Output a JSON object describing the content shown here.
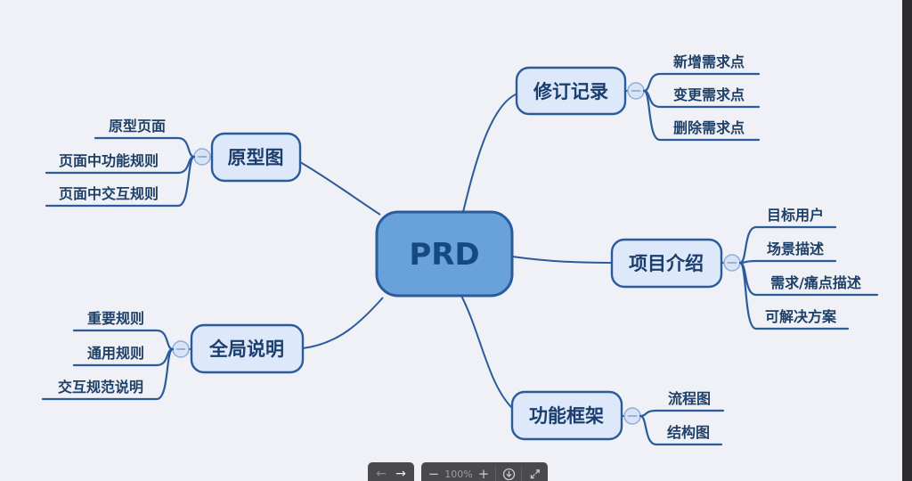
{
  "mindmap": {
    "root": {
      "label": "PRD"
    },
    "branches": [
      {
        "label": "修订记录",
        "children": [
          {
            "label": "新增需求点"
          },
          {
            "label": "变更需求点"
          },
          {
            "label": "删除需求点"
          }
        ]
      },
      {
        "label": "项目介绍",
        "children": [
          {
            "label": "目标用户"
          },
          {
            "label": "场景描述"
          },
          {
            "label": "需求/痛点描述"
          },
          {
            "label": "可解决方案"
          }
        ]
      },
      {
        "label": "功能框架",
        "children": [
          {
            "label": "流程图"
          },
          {
            "label": "结构图"
          }
        ]
      },
      {
        "label": "原型图",
        "children": [
          {
            "label": "原型页面"
          },
          {
            "label": "页面中功能规则"
          },
          {
            "label": "页面中交互规则"
          }
        ]
      },
      {
        "label": "全局说明",
        "children": [
          {
            "label": "重要规则"
          },
          {
            "label": "通用规则"
          },
          {
            "label": "交互规范说明"
          }
        ]
      }
    ]
  },
  "toolbar": {
    "back_label": "←",
    "forward_label": "→",
    "zoom_out_label": "−",
    "zoom_level": "100%",
    "zoom_in_label": "+",
    "center_view_icon": "circle-down-arrow",
    "fit_view_icon": "inward-diagonal-arrows"
  },
  "colors": {
    "canvas_bg": "#f0f1f6",
    "root_fill": "#69a2db",
    "branch_fill": "#dde8fa",
    "line": "#2a5b9b",
    "root_text": "#15497f",
    "topic_text": "#1b3e6e",
    "collapse_fill": "#d8e3f6",
    "toolbar_bg": "#4a4a4c",
    "edge_bar": "#2c2c2e"
  }
}
